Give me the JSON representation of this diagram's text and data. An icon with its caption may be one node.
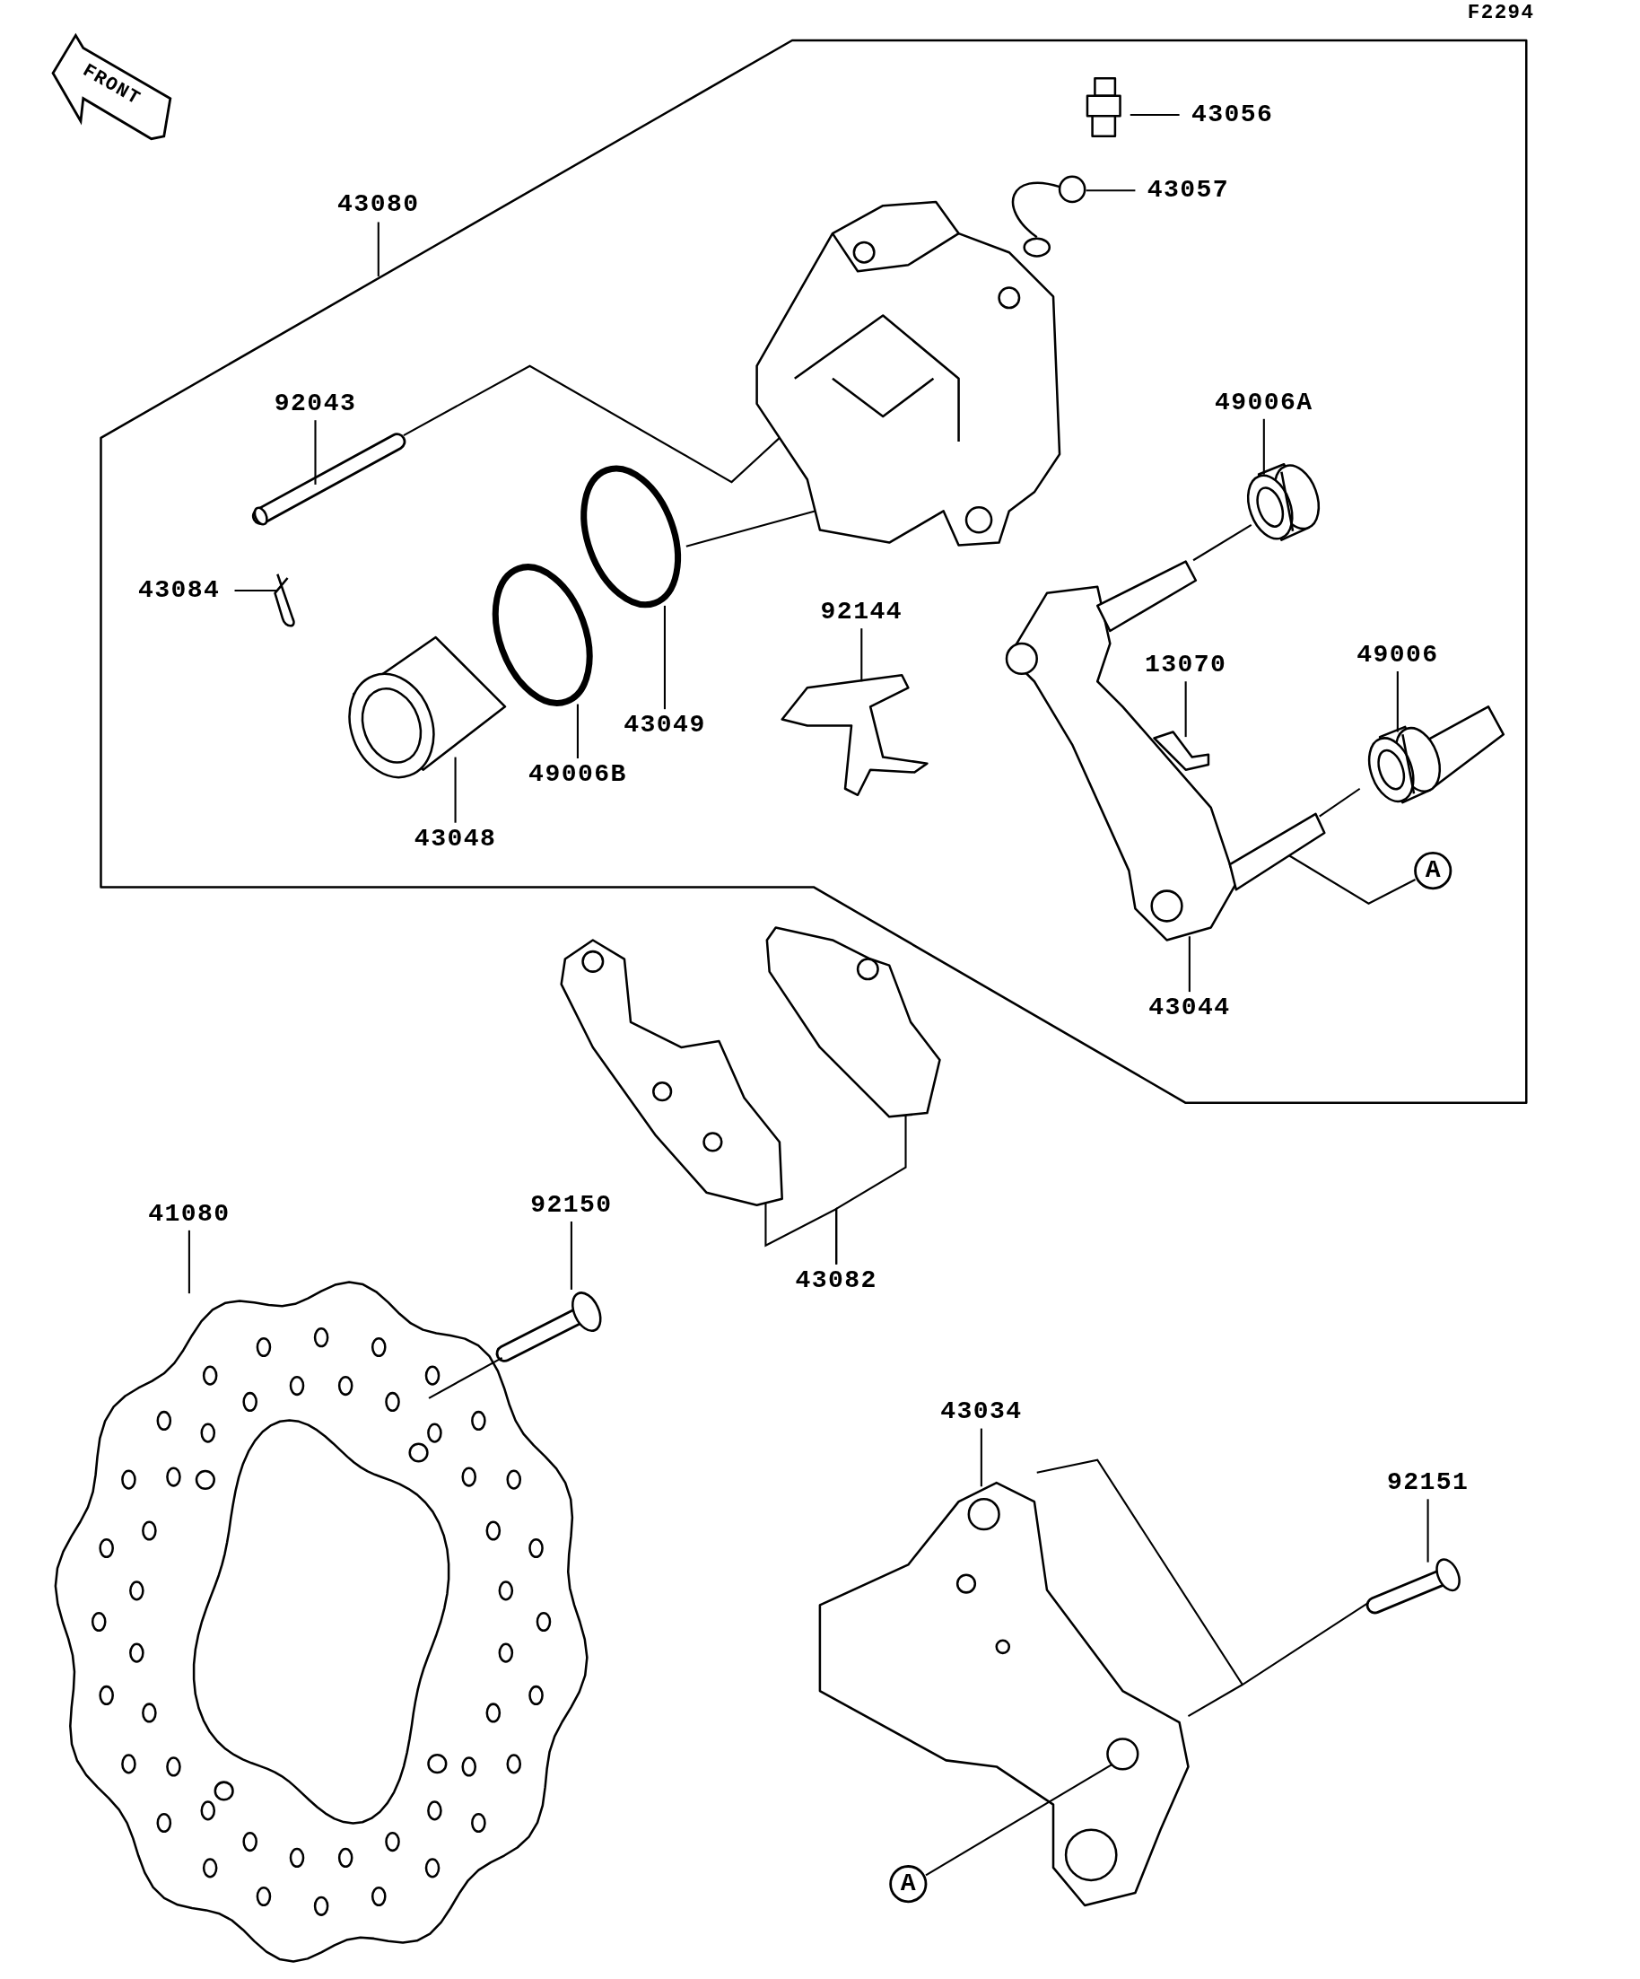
{
  "diagram": {
    "nodes": [
      {
        "text": [
          "43080"
        ]
      },
      {
        "text": [],
        "shape": "box"
      },
      {
        "text": [
          "43056"
        ],
        "in": 1
      },
      {
        "text": [],
        "shape": "picture",
        "in": 1
      },
      {
        "text": [
          "43057"
        ],
        "in": 1
      },
      {
        "text": [],
        "shape": "picture",
        "in": 1
      },
      {
        "text": [],
        "shape": "picture",
        "in": 1
      },
      {
        "text": [
          "92043"
        ],
        "in": 1
      },
      {
        "text": [],
        "shape": "picture",
        "in": 1
      },
      {
        "text": [
          "43084"
        ],
        "in": 1
      },
      {
        "text": [],
        "shape": "picture",
        "in": 1
      },
      {
        "text": [
          "49006A"
        ],
        "in": 1
      },
      {
        "text": [],
        "shape": "picture",
        "in": 1
      },
      {
        "text": [
          "43049"
        ],
        "in": 1
      },
      {
        "text": [],
        "shape": "circle",
        "in": 1
      },
      {
        "text": [
          "49006B"
        ],
        "in": 1
      },
      {
        "text": [],
        "shape": "circle",
        "in": 1
      },
      {
        "text": [
          "43048"
        ],
        "in": 1
      },
      {
        "text": [],
        "shape": "picture",
        "in": 1
      },
      {
        "text": [
          "92144"
        ],
        "in": 1
      },
      {
        "text": [],
        "shape": "picture",
        "in": 1
      },
      {
        "text": [
          "13070"
        ],
        "in": 1
      },
      {
        "text": [],
        "shape": "picture",
        "in": 1
      },
      {
        "text": [
          "49006"
        ],
        "in": 1
      },
      {
        "text": [],
        "shape": "picture",
        "in": 1
      },
      {
        "text": [
          "A"
        ],
        "in": 1
      },
      {
        "text": [
          "43044"
        ],
        "in": 1
      },
      {
        "text": [],
        "shape": "picture",
        "in": 1
      },
      {
        "text": [
          "43082"
        ]
      },
      {
        "text": [],
        "shape": "picture"
      },
      {
        "text": [],
        "shape": "picture"
      },
      {
        "text": [
          "41080"
        ]
      },
      {
        "text": [],
        "shape": "picture"
      },
      {
        "text": [
          "92150"
        ]
      },
      {
        "text": [],
        "shape": "picture"
      },
      {
        "text": [
          "43034"
        ]
      },
      {
        "text": [],
        "shape": "picture"
      },
      {
        "text": [
          "92151"
        ]
      },
      {
        "text": [],
        "shape": "picture"
      },
      {
        "text": [
          "A"
        ]
      }
    ],
    "edges": [
      {
        "from": 0,
        "to": 1,
        "arrow": "none"
      },
      {
        "from": 2,
        "to": 3,
        "arrow": "none"
      },
      {
        "from": 4,
        "to": 5,
        "arrow": "none"
      },
      {
        "from": 7,
        "to": 8,
        "arrow": "none"
      },
      {
        "from": 8,
        "to": 6,
        "arrow": "none"
      },
      {
        "from": 9,
        "to": 10,
        "arrow": "none"
      },
      {
        "from": 11,
        "to": 12,
        "arrow": "none"
      },
      {
        "from": 12,
        "to": 27,
        "arrow": "none"
      },
      {
        "from": 13,
        "to": 14,
        "arrow": "none"
      },
      {
        "from": 14,
        "to": 6,
        "arrow": "none"
      },
      {
        "from": 15,
        "to": 16,
        "arrow": "none"
      },
      {
        "from": 17,
        "to": 18,
        "arrow": "none"
      },
      {
        "from": 19,
        "to": 20,
        "arrow": "none"
      },
      {
        "from": 21,
        "to": 22,
        "arrow": "none"
      },
      {
        "from": 23,
        "to": 24,
        "arrow": "none"
      },
      {
        "from": 24,
        "to": 27,
        "arrow": "none"
      },
      {
        "from": 25,
        "to": 27,
        "arrow": "none"
      },
      {
        "from": 26,
        "to": 27,
        "arrow": "none"
      },
      {
        "from": 28,
        "to": 29,
        "arrow": "none"
      },
      {
        "from": 28,
        "to": 30,
        "arrow": "none"
      },
      {
        "from": 31,
        "to": 32,
        "arrow": "none"
      },
      {
        "from": 33,
        "to": 34,
        "arrow": "none"
      },
      {
        "from": 34,
        "to": 32,
        "arrow": "none"
      },
      {
        "from": 35,
        "to": 36,
        "arrow": "none"
      },
      {
        "from": 37,
        "to": 38,
        "arrow": "none"
      },
      {
        "from": 38,
        "to": 36,
        "arrow": "none"
      },
      {
        "from": 39,
        "to": 36,
        "arrow": "none"
      }
    ],
    "labels": [
      "F2294",
      "FRONT"
    ]
  }
}
